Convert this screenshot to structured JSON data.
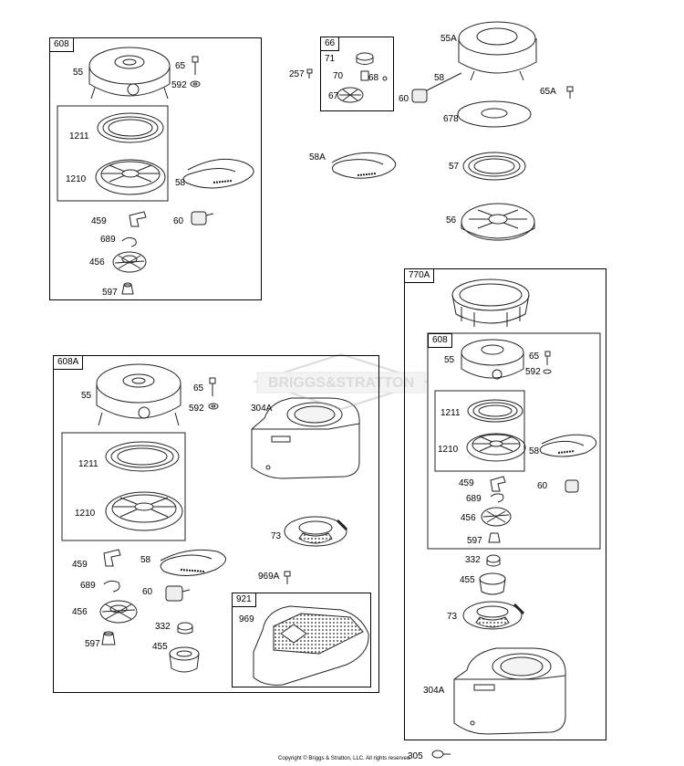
{
  "frames": {
    "f608": "608",
    "f66": "66",
    "f608a": "608A",
    "f770a": "770A",
    "f608b": "608",
    "f921": "921"
  },
  "labels": {
    "l55_a": "55",
    "l65_a": "65",
    "l592_a": "592",
    "l1211_a": "1211",
    "l1210_a": "1210",
    "l58_a": "58",
    "l459_a": "459",
    "l60_a": "60",
    "l689_a": "689",
    "l456_a": "456",
    "l597_a": "597",
    "l257": "257",
    "l71": "71",
    "l70": "70",
    "l68": "68",
    "l67": "67",
    "l55A": "55A",
    "l58_top": "58",
    "l60_top": "60",
    "l65A": "65A",
    "l678": "678",
    "l58A": "58A",
    "l57": "57",
    "l56": "56",
    "l55_b": "55",
    "l65_b": "65",
    "l592_b": "592",
    "l304A_b": "304A",
    "l1211_b": "1211",
    "l1210_b": "1210",
    "l73_b": "73",
    "l459_b": "459",
    "l58_b": "58",
    "l689_b": "689",
    "l60_b": "60",
    "l969A": "969A",
    "l456_b": "456",
    "l332_b": "332",
    "l597_b": "597",
    "l455_b": "455",
    "l969": "969",
    "l55_c": "55",
    "l65_c": "65",
    "l592_c": "592",
    "l1211_c": "1211",
    "l1210_c": "1210",
    "l58_c": "58",
    "l459_c": "459",
    "l60_c": "60",
    "l689_c": "689",
    "l456_c": "456",
    "l597_c": "597",
    "l332_c": "332",
    "l455_c": "455",
    "l73_c": "73",
    "l304A_c": "304A",
    "l305": "305"
  },
  "watermark": "BRIGGS&STRATTON",
  "footer": "Copyright © Briggs & Stratton, LLC. All rights reserved",
  "page_number": ""
}
